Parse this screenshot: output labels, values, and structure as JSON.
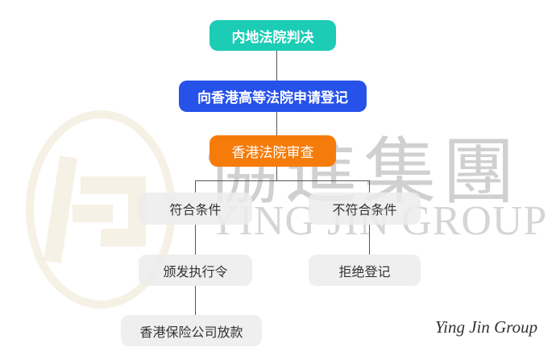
{
  "nodes": {
    "mainland_judgment": "内地法院判决",
    "apply_registration": "向香港高等法院申请登记",
    "hk_court_review": "香港法院审查",
    "meets_conditions": "符合条件",
    "not_meets_conditions": "不符合条件",
    "issue_enforcement_order": "颁发执行令",
    "refuse_registration": "拒绝登记",
    "hk_insurer_payout": "香港保险公司放款"
  },
  "watermark": {
    "chinese": "協進集團",
    "english": "YING JIN GROUP",
    "signature": "Ying Jin Group"
  },
  "colors": {
    "teal": "#1cccb5",
    "blue": "#2652ea",
    "orange": "#f57c0a",
    "gray_node": "#ececec"
  }
}
